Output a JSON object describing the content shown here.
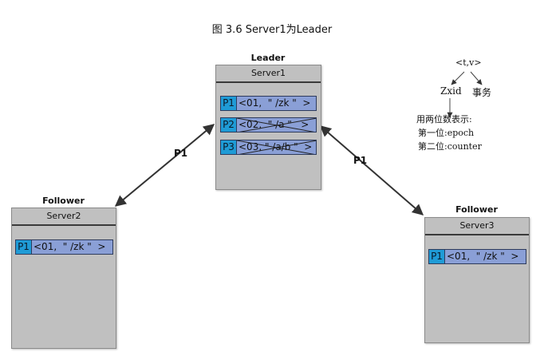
{
  "figure_title": "图 3.6 Server1为Leader",
  "leader": {
    "role": "Leader",
    "name": "Server1",
    "entries": [
      {
        "tag": "P1",
        "value": "<01,  \" /zk \"  >",
        "struck": false
      },
      {
        "tag": "P2",
        "value": "<02,  \" /a \"   >",
        "struck": true
      },
      {
        "tag": "P3",
        "value": "<03, \" /a/b \"  >",
        "struck": true
      }
    ]
  },
  "follower_left": {
    "role": "Follower",
    "name": "Server2",
    "entries": [
      {
        "tag": "P1",
        "value": "<01,  \" /zk \"  >"
      }
    ]
  },
  "follower_right": {
    "role": "Follower",
    "name": "Server3",
    "entries": [
      {
        "tag": "P1",
        "value": "<01,  \" /zk \"  >"
      }
    ]
  },
  "links": {
    "left_label": "P1",
    "right_label": "P1"
  },
  "note": {
    "root": "<t,v>",
    "child_left": "Zxid",
    "child_right": "事务",
    "line1": "用两位数表示:",
    "line2": "第一位:epoch",
    "line3": "第二位:counter"
  }
}
